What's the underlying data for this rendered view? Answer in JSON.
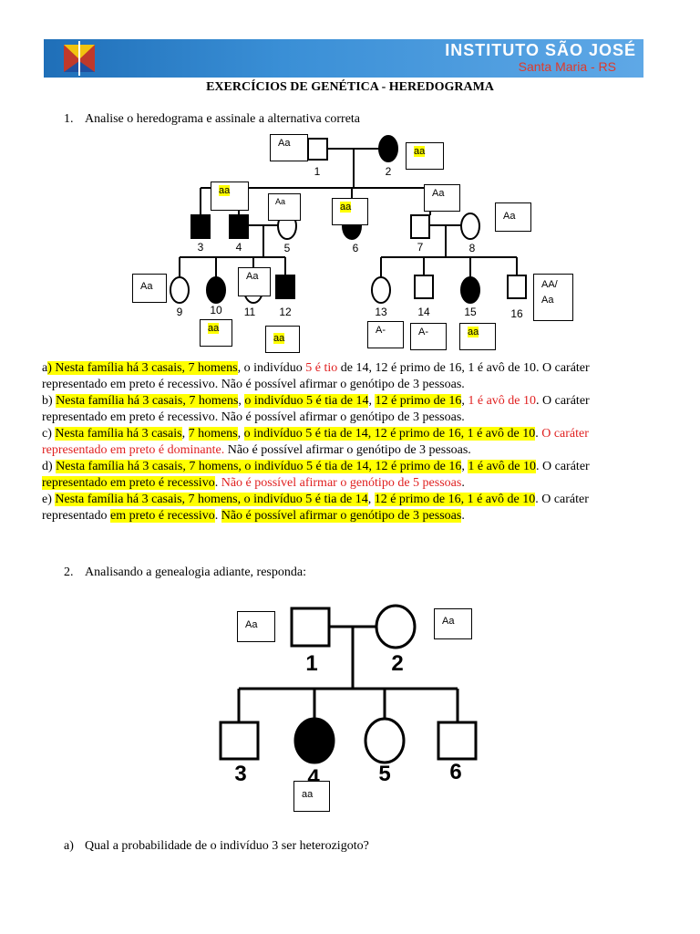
{
  "header": {
    "institution": "INSTITUTO SÃO JOSÉ",
    "location": "Santa Maria - RS"
  },
  "doc_title": "EXERCÍCIOS DE GENÉTICA - HEREDOGRAMA",
  "q1": {
    "number": "1.",
    "text": "Analise o heredograma e assinale a alternativa correta",
    "individuals": [
      "1",
      "2",
      "3",
      "4",
      "5",
      "6",
      "7",
      "8",
      "9",
      "10",
      "11",
      "12",
      "13",
      "14",
      "15",
      "16"
    ],
    "genotypes": {
      "b1": "Aa",
      "b2": "aa",
      "b3": "aa",
      "b4": "Aa",
      "b5": "aa",
      "b6": "Aa",
      "b7": "Aa",
      "b8": "Aa",
      "b9": "Aa",
      "b10": "AA/",
      "b10b": "Aa",
      "b11": "aa",
      "b12": "aa",
      "b13": "A-",
      "b14": "A-",
      "b15": "aa"
    },
    "options": {
      "a": {
        "p1": "a",
        "p2": ") Nesta família há 3 casais, 7 homens",
        "p3": ", o indivíduo ",
        "p4": "5 é tio",
        "p5": " de 14, 12 é primo de 16, 1 é avô de 10. O caráter",
        "p6": "representado em preto é recessivo. Não é possível afirmar o genótipo de 3 pessoas."
      },
      "b": {
        "p1": "b) ",
        "p2": "Nesta família há 3 casais, 7 homens",
        "p3": ", ",
        "p4": "o indivíduo 5 é tia de 14",
        "p5": ", ",
        "p6": "12 é primo de 16",
        "p7": ", ",
        "p8": "1 é avô de 10",
        "p9": ". O caráter",
        "p10": "representado em preto é recessivo. Não é possível afirmar o genótipo de 3 pessoas."
      },
      "c": {
        "p1": "c) ",
        "p2": "Nesta família há 3 casais",
        "p3": ", ",
        "p4": "7 homens",
        "p5": ", ",
        "p6": "o indivíduo 5 é tia de 14, 12 é primo de 16, 1 é avô de 10",
        "p7": ". ",
        "p8": "O caráter",
        "p9": "representado em preto é dominante.",
        "p10": " Não é possível afirmar o genótipo de 3 pessoas."
      },
      "d": {
        "p1": "d) ",
        "p2": "Nesta família há 3 casais, 7 homens, o indivíduo 5 é tia de 14, 12 é primo de 16",
        "p3": ", ",
        "p4": "1 é avô de 10",
        "p5": ". O caráter",
        "p6": "representado em preto é recessivo",
        "p7": ". ",
        "p8": "Não é possível afirmar o genótipo de 5 pessoas",
        "p9": "."
      },
      "e": {
        "p1": "e) ",
        "p2": "Nesta família há 3 casais, 7 homens, o indivíduo 5 é tia de 14",
        "p3": ", ",
        "p4": "12 é primo de 16, 1 é avô de 10",
        "p5": ". O caráter",
        "p6": "representado ",
        "p7": "em preto é recessivo",
        "p8": ". ",
        "p9": "Não é possível afirmar o genótipo de 3 pessoas",
        "p10": "."
      }
    }
  },
  "q2": {
    "number": "2.",
    "text": "Analisando a genealogia adiante, responda:",
    "individuals": [
      "1",
      "2",
      "3",
      "4",
      "5",
      "6"
    ],
    "genotypes": {
      "g1": "Aa",
      "g2": "Aa",
      "g4": "aa"
    },
    "sub_a_label": "a)",
    "sub_a": "Qual a probabilidade de o indivíduo 3 ser heterozigoto?"
  }
}
